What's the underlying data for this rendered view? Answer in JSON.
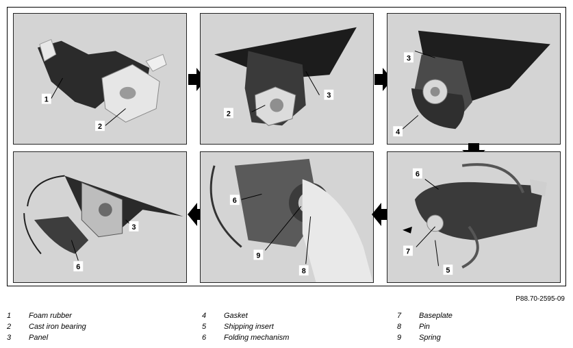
{
  "panels": [
    {
      "callouts": [
        "1",
        "2"
      ]
    },
    {
      "callouts": [
        "2",
        "3"
      ]
    },
    {
      "callouts": [
        "3",
        "4"
      ]
    },
    {
      "callouts": [
        "3",
        "6"
      ]
    },
    {
      "callouts": [
        "6",
        "9",
        "8"
      ]
    },
    {
      "callouts": [
        "6",
        "7",
        "5"
      ]
    }
  ],
  "figure_code": "P88.70-2595-09",
  "legend": [
    {
      "num": "1",
      "label": "Foam rubber"
    },
    {
      "num": "2",
      "label": "Cast iron bearing"
    },
    {
      "num": "3",
      "label": "Panel"
    },
    {
      "num": "4",
      "label": "Gasket"
    },
    {
      "num": "5",
      "label": "Shipping insert"
    },
    {
      "num": "6",
      "label": "Folding mechanism"
    },
    {
      "num": "7",
      "label": "Baseplate"
    },
    {
      "num": "8",
      "label": "Pin"
    },
    {
      "num": "9",
      "label": "Spring"
    }
  ]
}
